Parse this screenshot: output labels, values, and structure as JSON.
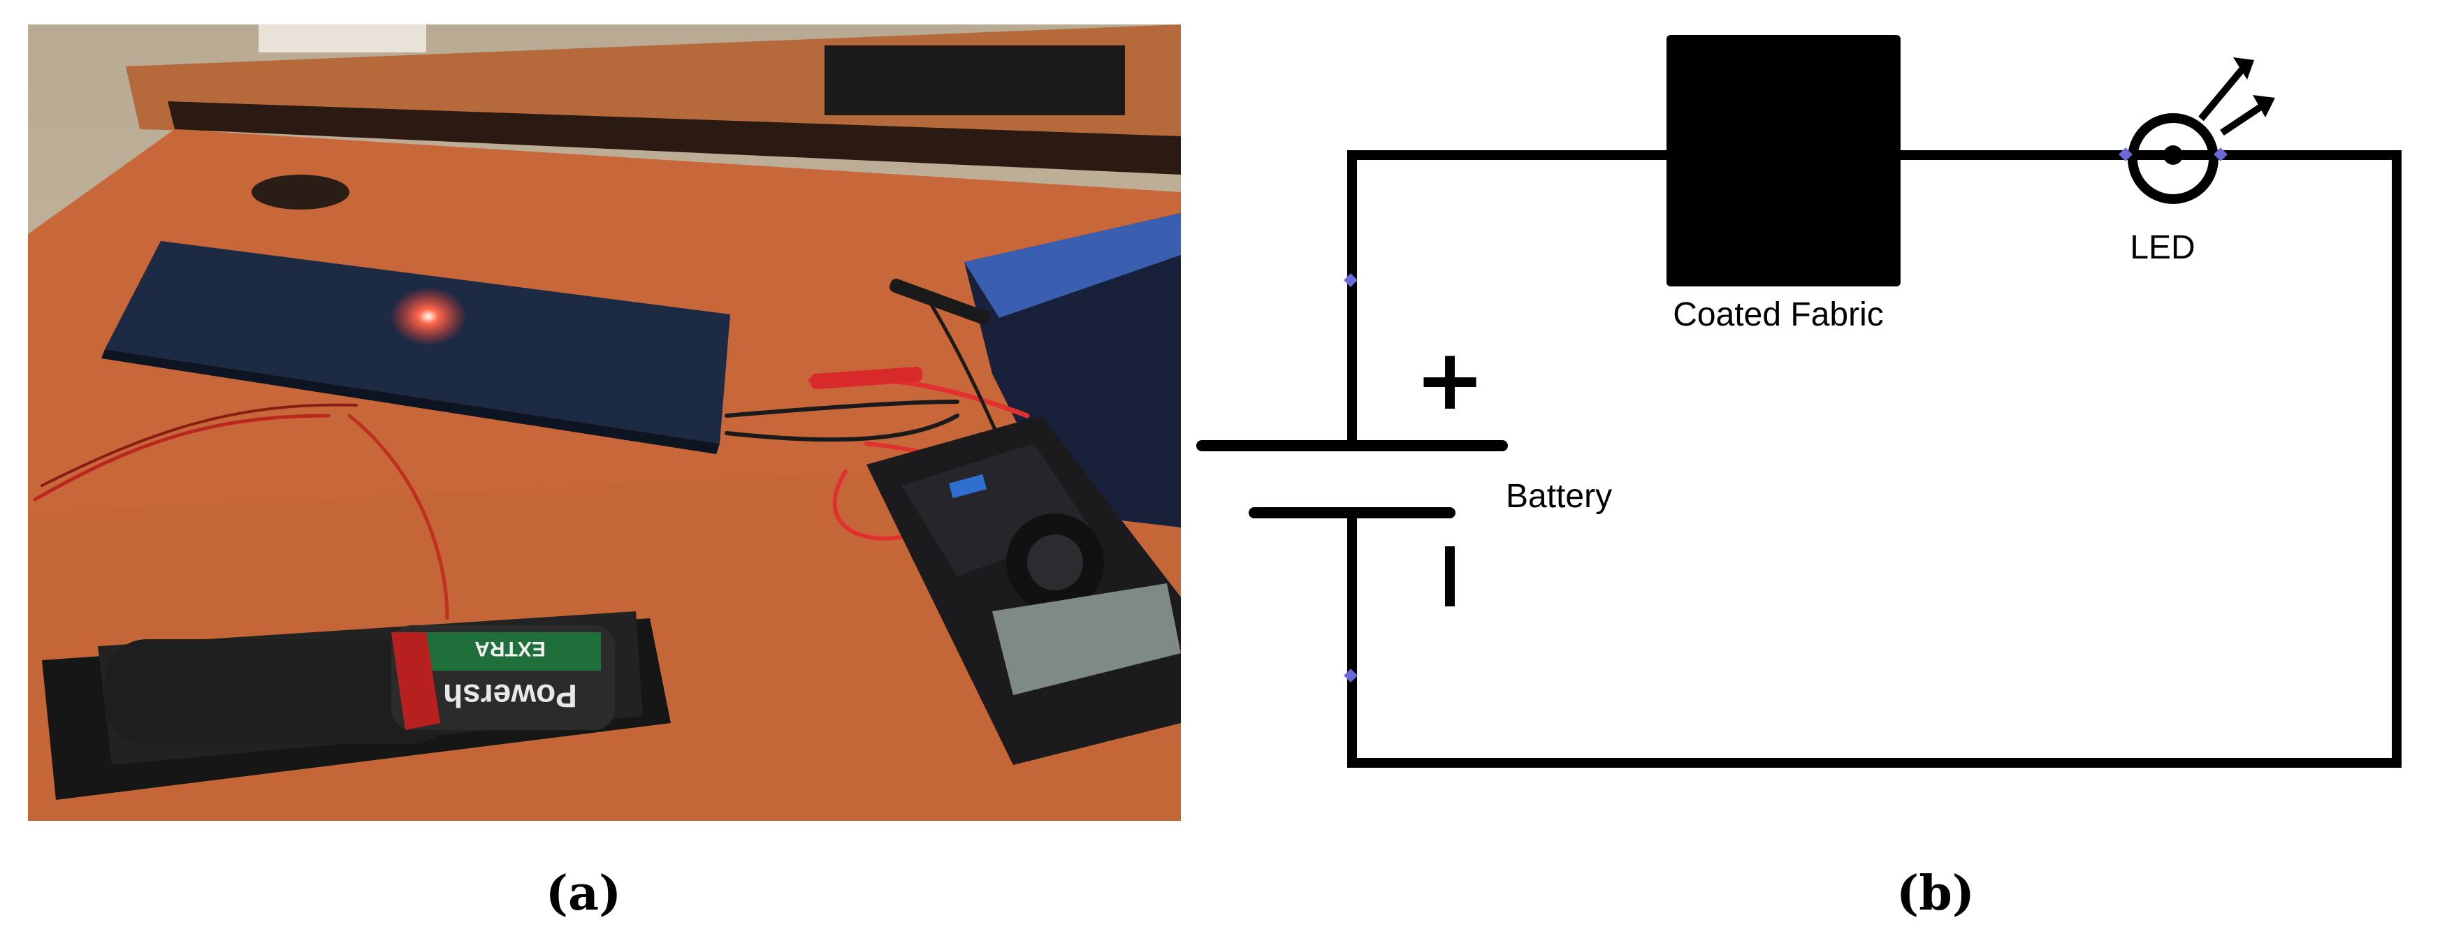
{
  "panels": {
    "a": {
      "caption": "(a)",
      "photo": {
        "battery_brand": "Powersh",
        "battery_type": "EXTRA"
      }
    },
    "b": {
      "caption": "(b)",
      "labels": {
        "coated_fabric": "Coated Fabric",
        "led": "LED",
        "battery": "Battery",
        "plus": "+"
      }
    }
  },
  "colors": {
    "wire": "#000000",
    "desk": "#c8683a",
    "fabric": "#1c2a44",
    "led_glow": "#ff3a2a"
  }
}
